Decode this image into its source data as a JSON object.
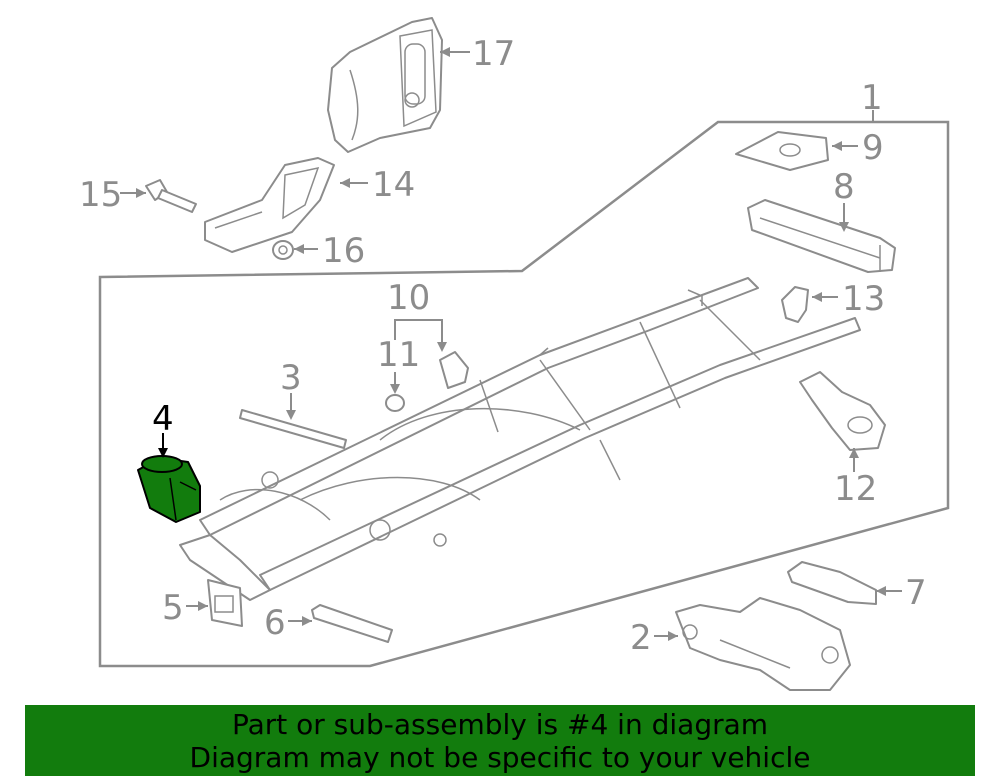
{
  "colors": {
    "line": "#8c8c8c",
    "highlight_part": "#127c0d",
    "banner_bg": "#127c0d",
    "banner_text": "#000000"
  },
  "callouts": {
    "c1": "1",
    "c2": "2",
    "c3": "3",
    "c4": "4",
    "c5": "5",
    "c6": "6",
    "c7": "7",
    "c8": "8",
    "c9": "9",
    "c10": "10",
    "c11": "11",
    "c12": "12",
    "c13": "13",
    "c14": "14",
    "c15": "15",
    "c16": "16",
    "c17": "17"
  },
  "highlighted_part": "4",
  "banner": {
    "line1": "Part or sub-assembly is #4 in diagram",
    "line2": "Diagram may not be specific to your vehicle"
  }
}
